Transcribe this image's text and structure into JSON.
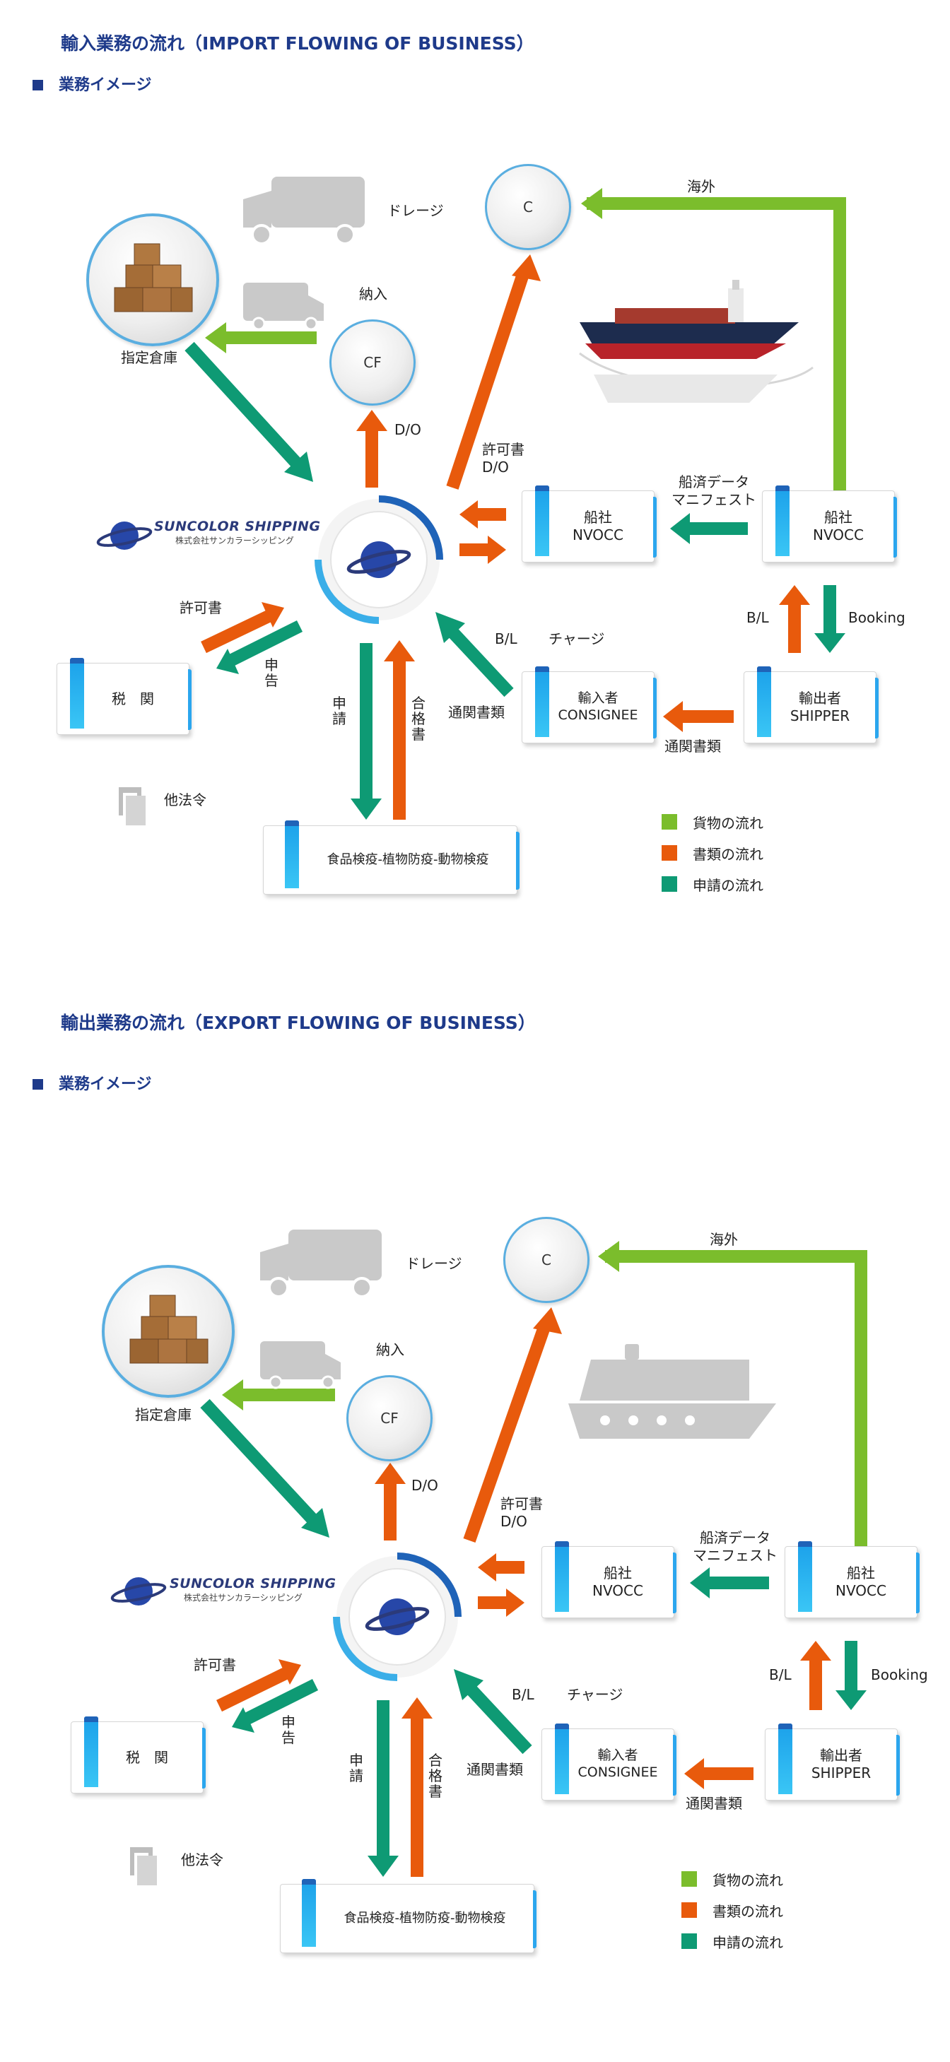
{
  "colors": {
    "cargo": "#7bbd2c",
    "documents": "#e85a0c",
    "application": "#0e9a74",
    "heading": "#1e3a8a"
  },
  "sections": [
    {
      "title": "輸入業務の流れ（IMPORT FLOWING OF BUSINESS）",
      "subtitle": "業務イメージ",
      "labels": {
        "drayage": "ドレージ",
        "c": "C",
        "overseas": "海外",
        "cf": "CF",
        "delivery": "納入",
        "warehouse": "指定倉庫",
        "do": "D/O",
        "permit_do": "許可書\nD/O",
        "nvocc_mid": "船社\nNVOCC",
        "nvocc_right": "船社\nNVOCC",
        "manifest": "船済データ\nマニフェスト",
        "permit": "許可書",
        "declare": "申\n告",
        "customs": "税　関",
        "bl": "B/L",
        "charge": "チャージ",
        "bl_right": "B/L",
        "booking": "Booking",
        "consignee": "輸入者\nCONSIGNEE",
        "shipper": "輸出者\nSHIPPER",
        "customs_docs_left": "通関書類",
        "customs_docs_bottom": "通関書類",
        "apply": "申\n請",
        "pass": "合\n格\n書",
        "other_law": "他法令",
        "inspection": "食品検疫-植物防疫-動物検疫"
      }
    },
    {
      "title": "輸出業務の流れ（EXPORT FLOWING OF BUSINESS）",
      "subtitle": "業務イメージ",
      "labels": {
        "drayage": "ドレージ",
        "c": "C",
        "overseas": "海外",
        "cf": "CF",
        "delivery": "納入",
        "warehouse": "指定倉庫",
        "do": "D/O",
        "permit_do": "許可書\nD/O",
        "nvocc_mid": "船社\nNVOCC",
        "nvocc_right": "船社\nNVOCC",
        "manifest": "船済データ\nマニフェスト",
        "permit": "許可書",
        "declare": "申\n告",
        "customs": "税　関",
        "bl": "B/L",
        "charge": "チャージ",
        "bl_right": "B/L",
        "booking": "Booking",
        "consignee": "輸入者\nCONSIGNEE",
        "shipper": "輸出者\nSHIPPER",
        "customs_docs_left": "通関書類",
        "customs_docs_bottom": "通関書類",
        "apply": "申\n請",
        "pass": "合\n格\n書",
        "other_law": "他法令",
        "inspection": "食品検疫-植物防疫-動物検疫"
      }
    }
  ],
  "logo": {
    "name": "SUNCOLOR SHIPPING",
    "sub": "株式会社サンカラーシッピング"
  },
  "legend": [
    {
      "label": "貨物の流れ",
      "color": "#7bbd2c"
    },
    {
      "label": "書類の流れ",
      "color": "#e85a0c"
    },
    {
      "label": "申請の流れ",
      "color": "#0e9a74"
    }
  ]
}
